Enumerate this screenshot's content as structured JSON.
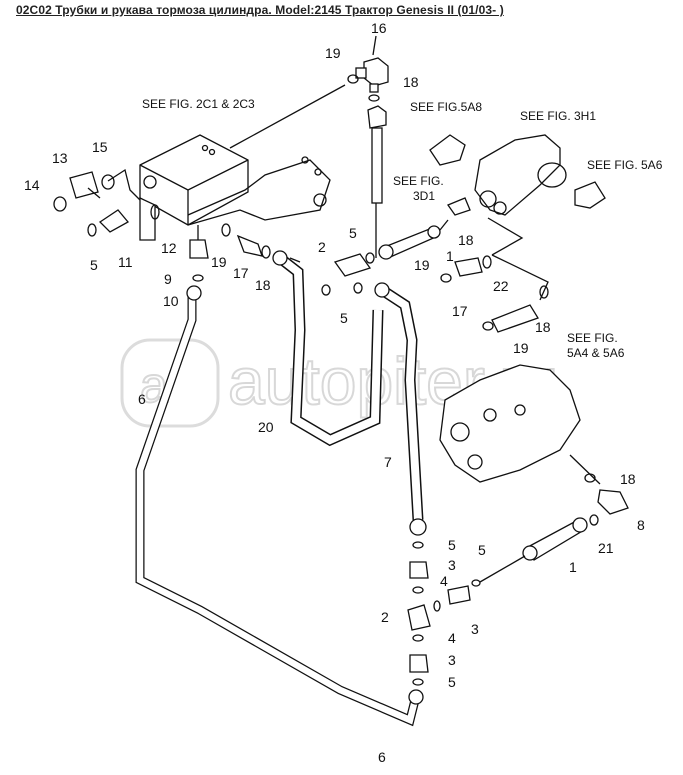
{
  "title": "02C02 Трубки и рукава тормоза цилиндра. Model:2145 Трактор Genesis II (01/03- )",
  "watermark": "autopiter.ru",
  "references": {
    "fig_2c1_2c3": "SEE FIG. 2C1 & 2C3",
    "fig_5a8": "SEE FIG.5A8",
    "fig_3h1": "SEE FIG. 3H1",
    "fig_5a6": "SEE FIG. 5A6",
    "fig_3d1_line1": "SEE FIG.",
    "fig_3d1_line2": "3D1",
    "fig_5a4_line1": "SEE FIG.",
    "fig_5a4_line2": "5A4 & 5A6"
  },
  "callouts": [
    "16",
    "19",
    "18",
    "13",
    "15",
    "14",
    "5",
    "11",
    "12",
    "9",
    "10",
    "19",
    "17",
    "18",
    "2",
    "5",
    "5",
    "1",
    "18",
    "19",
    "17",
    "22",
    "18",
    "19",
    "6",
    "20",
    "7",
    "18",
    "8",
    "21",
    "1",
    "5",
    "5",
    "3",
    "4",
    "3",
    "2",
    "4",
    "3",
    "5",
    "6"
  ]
}
